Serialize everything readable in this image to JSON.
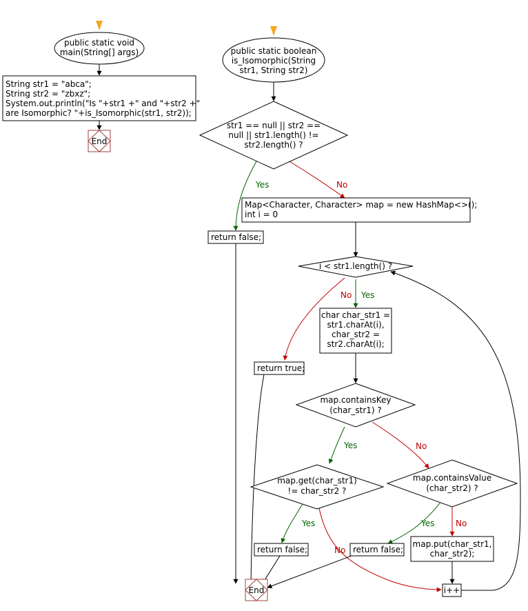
{
  "main_flow": {
    "start": [
      "public static void",
      "main(String[] args)"
    ],
    "body": [
      "String str1 = \"abca\";",
      "String str2 = \"zbxz\";",
      "System.out.println(\"Is \"+str1 +\" and \"+str2 +\"",
      "are Isomorphic? \"+is_Isomorphic(str1, str2));"
    ],
    "end": "End"
  },
  "iso_flow": {
    "start": [
      "public static boolean",
      "is_Isomorphic(String",
      "str1, String str2)"
    ],
    "null_check": [
      "str1 == null || str2 ==",
      "null || str1.length() !=",
      "str2.length() ?"
    ],
    "init": [
      "Map<Character, Character> map = new HashMap<>();",
      "int i = 0"
    ],
    "return_false_1": "return false;",
    "loop_cond": "i < str1.length() ?",
    "get_chars": [
      "char char_str1 =",
      "str1.charAt(i),",
      "char_str2 =",
      "str2.charAt(i);"
    ],
    "return_true": "return true;",
    "contains_key": [
      "map.containsKey",
      "(char_str1) ?"
    ],
    "get_check": [
      "map.get(char_str1)",
      "!= char_str2 ?"
    ],
    "contains_value": [
      "map.containsValue",
      "(char_str2) ?"
    ],
    "return_false_2": "return false;",
    "return_false_3": "return false;",
    "put": [
      "map.put(char_str1,",
      "char_str2);"
    ],
    "increment": "i++",
    "end": "End"
  },
  "edge_labels": {
    "yes": "Yes",
    "no": "No"
  },
  "colors": {
    "yes": "#006400",
    "no": "#c00000",
    "start_marker": "#f5a623",
    "end_border": "#a04040"
  }
}
